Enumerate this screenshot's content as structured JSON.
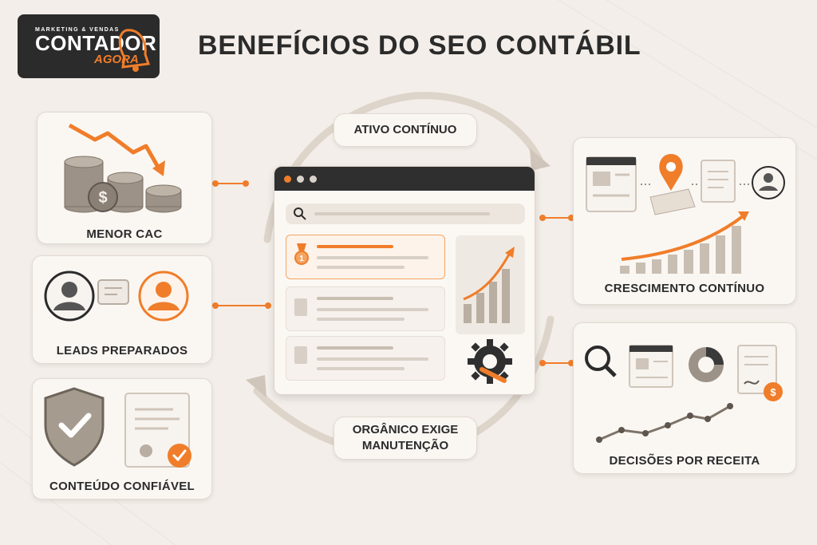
{
  "logo": {
    "tagline": "MARKETING & VENDAS",
    "brand": "CONTADOR",
    "brand_sub": "AGORA"
  },
  "title": "BENEFÍCIOS DO SEO CONTÁBIL",
  "center": {
    "top_pill": "ATIVO CONTÍNUO",
    "bottom_pill_line1": "ORGÂNICO EXIGE",
    "bottom_pill_line2": "MANUTENÇÃO"
  },
  "cards": {
    "menor_cac": "MENOR CAC",
    "leads": "LEADS PREPARADOS",
    "conteudo": "CONTEÚDO CONFIÁVEL",
    "crescimento": "CRESCIMENTO CONTÍNUO",
    "decisoes": "DECISÕES POR RECEITA"
  },
  "icons": {
    "money": "dollar-coin-icon",
    "user": "user-icon",
    "chat": "chat-bubble-icon",
    "shield": "shield-check-icon",
    "document": "certificate-icon",
    "search": "search-icon",
    "map_pin": "map-pin-icon",
    "gear": "gear-wrench-icon",
    "medal": "medal-icon",
    "pie": "donut-chart-icon"
  },
  "colors": {
    "accent": "#f07d2a",
    "dark": "#2b2b2b",
    "background": "#f3eee9",
    "card": "#faf7f3"
  }
}
